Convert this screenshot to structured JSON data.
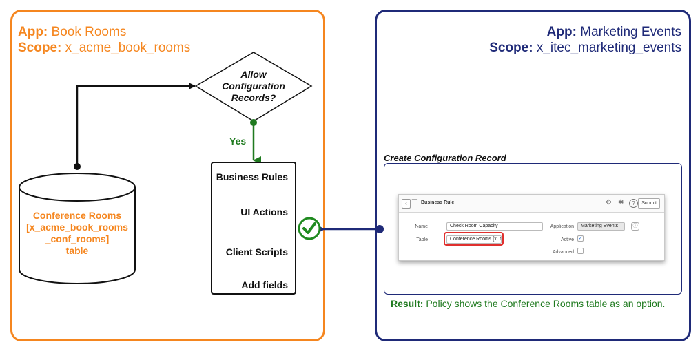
{
  "left_app": {
    "app_label": "App:",
    "app_value": "Book Rooms",
    "scope_label": "Scope:",
    "scope_value": "x_acme_book_rooms"
  },
  "right_app": {
    "app_label": "App:",
    "app_value": "Marketing Events",
    "scope_label": "Scope:",
    "scope_value": "x_itec_marketing_events"
  },
  "decision": {
    "line1": "Allow",
    "line2": "Configuration",
    "line3": "Records?",
    "yes_label": "Yes"
  },
  "extensions": [
    "Business Rules",
    "UI Actions",
    "Client Scripts",
    "Add fields"
  ],
  "table_cylinder": {
    "line1": "Conference Rooms",
    "line2": "[x_acme_book_rooms",
    "line3": "_conf_rooms]",
    "line4": "table"
  },
  "config_record": {
    "title": "Create Configuration Record",
    "form": {
      "title": "Business Rule",
      "submit_label": "Submit",
      "name_label": "Name",
      "name_value": "Check Room Capacity",
      "table_label": "Table",
      "table_value": "Conference Rooms [x  ↕",
      "application_label": "Application",
      "application_value": "Marketing Events",
      "active_label": "Active",
      "advanced_label": "Advanced"
    }
  },
  "result": {
    "label": "Result:",
    "text": " Policy shows the Conference Rooms table as an option."
  },
  "icons": {
    "back": "chevron-left-icon",
    "menu": "hamburger-menu-icon",
    "settings": "gear-icon",
    "attach": "paperclip-icon",
    "help": "help-circle-icon",
    "info": "info-icon",
    "check": "check-circle-icon"
  },
  "colors": {
    "orange": "#f5861f",
    "navy": "#1f2a78",
    "green": "#1f7a1f",
    "highlight_red": "#e0302e"
  }
}
